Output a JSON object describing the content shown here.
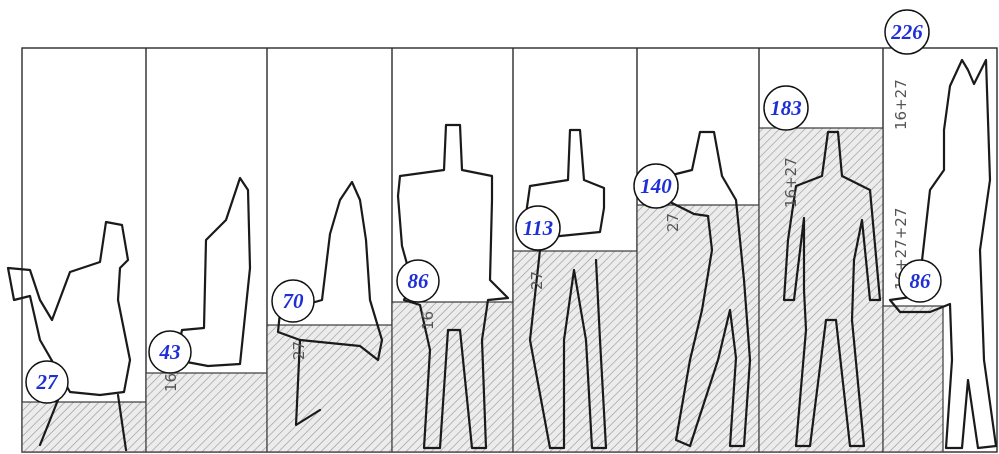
{
  "diagram": {
    "columns": [
      {
        "badge": "27",
        "dim_label": ""
      },
      {
        "badge": "43",
        "dim_label": "16"
      },
      {
        "badge": "70",
        "dim_label": "27"
      },
      {
        "badge": "86",
        "dim_label": "16"
      },
      {
        "badge": "113",
        "dim_label": "27"
      },
      {
        "badge": "140",
        "dim_label": "27"
      },
      {
        "badge": "183",
        "dim_label": "16+27"
      },
      {
        "badge": "86",
        "dim_label": "16+27+27"
      },
      {
        "badge": "226",
        "dim_label": "16+27"
      }
    ],
    "colors": {
      "badge_text": "#1f2fd6",
      "line": "#1a1a1a",
      "hatch": "#8a8a8a"
    }
  }
}
